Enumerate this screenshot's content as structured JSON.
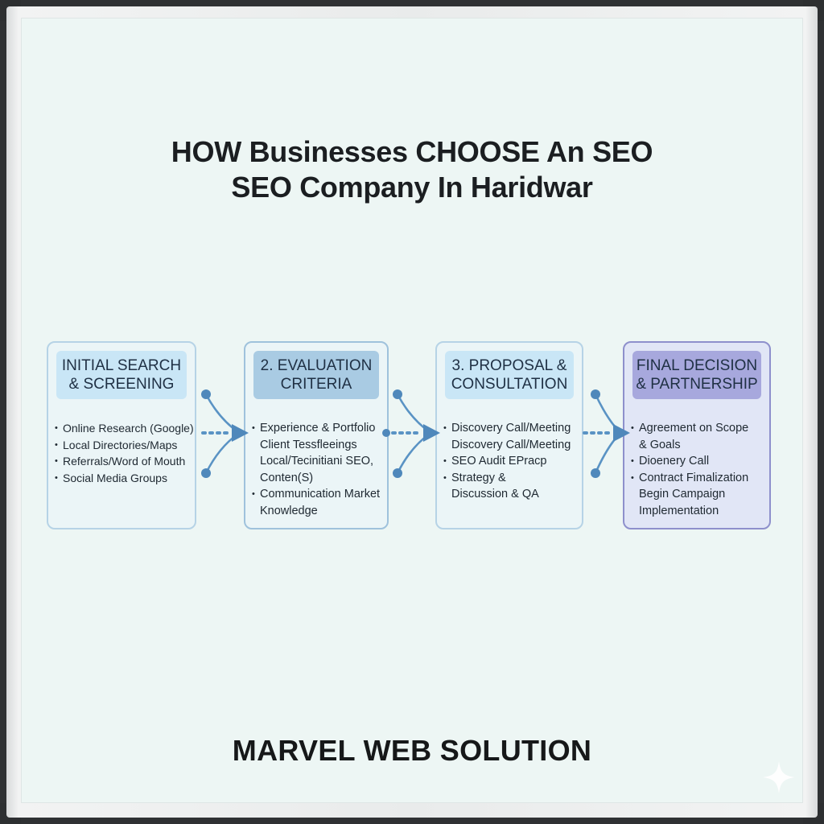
{
  "title": {
    "line1": "HOW Businesses CHOOSE An SEO",
    "line2": "SEO Company In Haridwar"
  },
  "stages": [
    {
      "heading": "INITIAL SEARCH\n& SCREENING",
      "items": [
        "Online Research (Google)",
        "Local Directories/Maps",
        "Referrals/Word of Mouth",
        "Social Media Groups"
      ]
    },
    {
      "heading": "2. EVALUATION\nCRITERIA",
      "items": [
        "Experience & Portfolio Client Tessfleeings Local/Tecinitiani SEO, Conten(S)",
        "Communication Market Knowledge"
      ]
    },
    {
      "heading": "3. PROPOSAL &\nCONSULTATION",
      "items": [
        "Discovery Call/Meeting Discovery Call/Meeting",
        "SEO Audit EPracp",
        "Strategy & Discussion & QA"
      ]
    },
    {
      "heading": "FINAL DECISION\n& PARTNERSHIP",
      "items": [
        "Agreement on Scope & Goals",
        "Dioenery Call",
        "Contract Fimalization Begin Campaign Implementation"
      ]
    }
  ],
  "footer": "MARVEL WEB SOLUTION",
  "colors": {
    "board": "#edf6f4",
    "connector": "#5a93c4",
    "final_accent": "#8e90cc"
  },
  "icons": [
    "sparkle-icon",
    "flow-arrow-icon"
  ]
}
